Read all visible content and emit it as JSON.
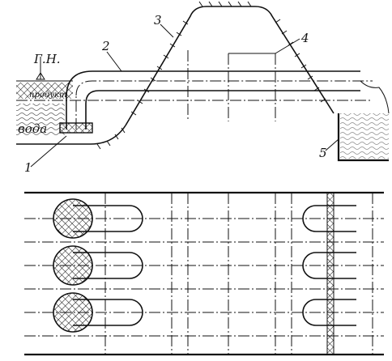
{
  "labels": {
    "ground_level": "Г.Н.",
    "product": "продукт",
    "water": "вода",
    "n1": "1",
    "n2": "2",
    "n3": "3",
    "n4": "4",
    "n5": "5"
  }
}
